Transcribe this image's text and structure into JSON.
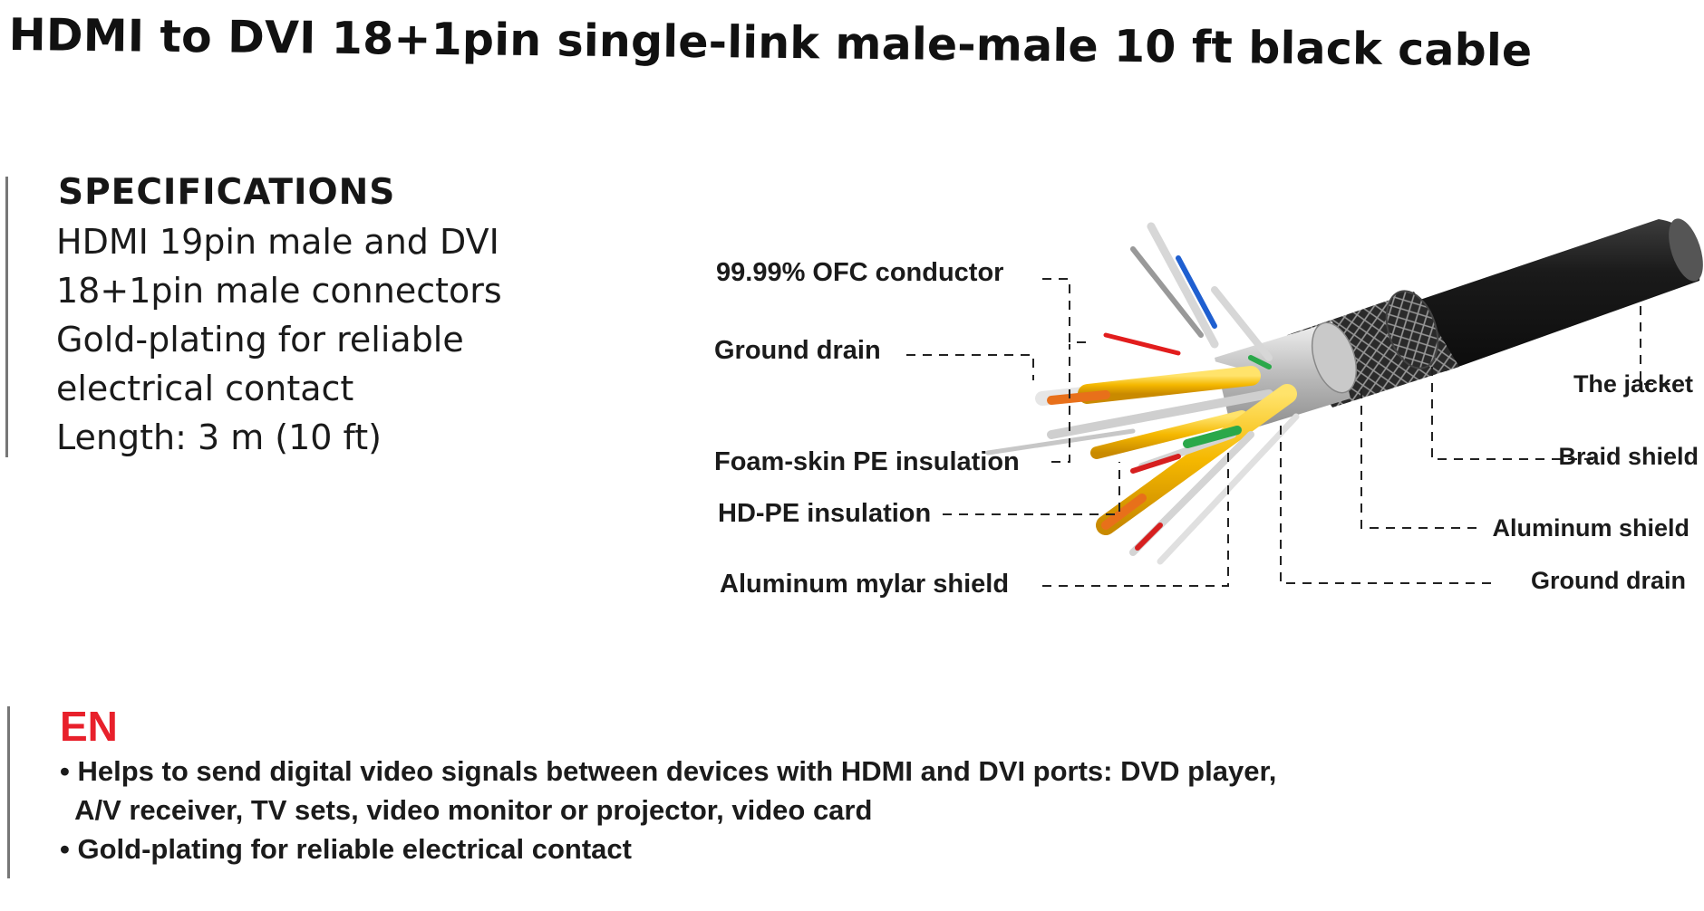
{
  "title": "HDMI to DVI 18+1pin single-link male-male 10 ft black cable",
  "specifications": {
    "heading": "SPECIFICATIONS",
    "lines": [
      "HDMI 19pin male and DVI",
      "18+1pin male connectors",
      "Gold-plating for reliable",
      "electrical contact",
      "Length: 3 m (10 ft)"
    ]
  },
  "diagram": {
    "left_labels": [
      "99.99% OFC conductor",
      "Ground drain",
      "Foam-skin PE insulation",
      "HD-PE insulation",
      "Aluminum mylar shield"
    ],
    "right_labels": [
      "The jacket",
      "Braid shield",
      "Aluminum shield",
      "Ground drain"
    ]
  },
  "description": {
    "language": "EN",
    "bullets": [
      "• Helps to send digital video signals between devices with HDMI and DVI ports: DVD player,",
      "  A/V receiver, TV sets, video monitor or projector, video card",
      "• Gold-plating for reliable electrical contact"
    ]
  },
  "colors": {
    "language_accent": "#e8202b",
    "cable_jacket": "#1c1c1c",
    "conductor_gold": "#f5c400"
  }
}
